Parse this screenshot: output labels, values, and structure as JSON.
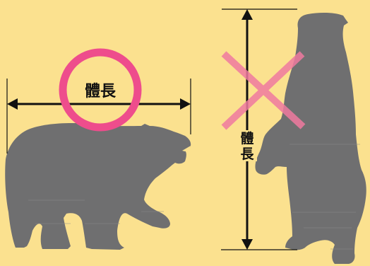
{
  "colors": {
    "background": "#FBE18F",
    "bear": "#6F6F70",
    "marks": "#111111",
    "accent_pink": "#EE4D8C",
    "cross_pink": "#F07AA0"
  },
  "labels": {
    "horizontal_length": "體長",
    "vertical_length_char1": "體",
    "vertical_length_char2": "長"
  },
  "icons": {
    "correct": "circle-mark-icon",
    "incorrect": "cross-mark-icon"
  }
}
